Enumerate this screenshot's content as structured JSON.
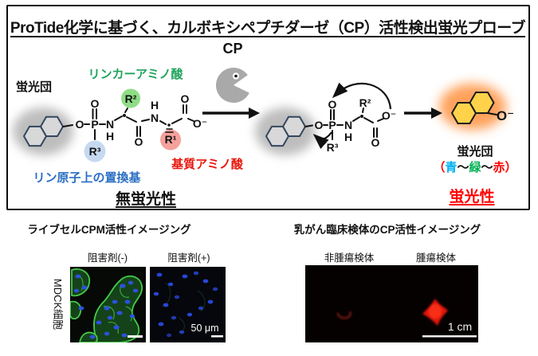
{
  "figure": {
    "title": "ProTide化学に基づく、カルボキシペプチダーゼ（CP）活性検出蛍光プローブ"
  },
  "scheme": {
    "enzyme_label": "CP",
    "probe": {
      "fluorophore_label": "蛍光団",
      "linker_label": "リンカーアミノ酸",
      "substrate_label": "基質アミノ酸",
      "phosphorus_label": "リン原子上の置換基",
      "state_label": "無蛍光性"
    },
    "product": {
      "fluorophore_label": "蛍光団",
      "scale_open": "（",
      "scale_blue": "青",
      "scale_tilde1": "～",
      "scale_green": "緑",
      "scale_tilde2": "～",
      "scale_red": "赤",
      "scale_close": "）",
      "state_label": "蛍光性"
    },
    "atoms": {
      "O": "O",
      "P": "P",
      "N": "N",
      "H": "H",
      "O_minus": "O⁻",
      "R1": "R¹",
      "R2": "R²",
      "R3": "R³"
    },
    "colors": {
      "linker_green": "#1fa35c",
      "substrate_red": "#e8160c",
      "phosphorus_blue": "#2a6fc4",
      "scale_blue": "#00b0f0",
      "scale_green": "#00b050",
      "scale_red": "#ff0000",
      "r1_circle": "#f5a19c",
      "r2_circle": "#8fdd86",
      "r3_circle": "#c6d9f1",
      "product_yellow": "#ffd24a",
      "product_glow_orange": "#ff8a33",
      "enzyme_gray": "#a9a9a9"
    }
  },
  "live_cell_panel": {
    "header": "ライブセルCPM活性イメージング",
    "col_minus": "阻害剤(-)",
    "col_plus": "阻害剤(+)",
    "row_label": "MDCK細胞",
    "scalebar": "50 μm",
    "colors": {
      "membrane_green": "#46c94a",
      "nucleus_blue": "#2e52e8"
    }
  },
  "specimen_panel": {
    "header": "乳がん臨床検体のCP活性イメージング",
    "col_nontumor": "非腫瘍検体",
    "col_tumor": "腫瘍検体",
    "scalebar": "1 cm",
    "colors": {
      "signal_red": "#e01507"
    }
  }
}
